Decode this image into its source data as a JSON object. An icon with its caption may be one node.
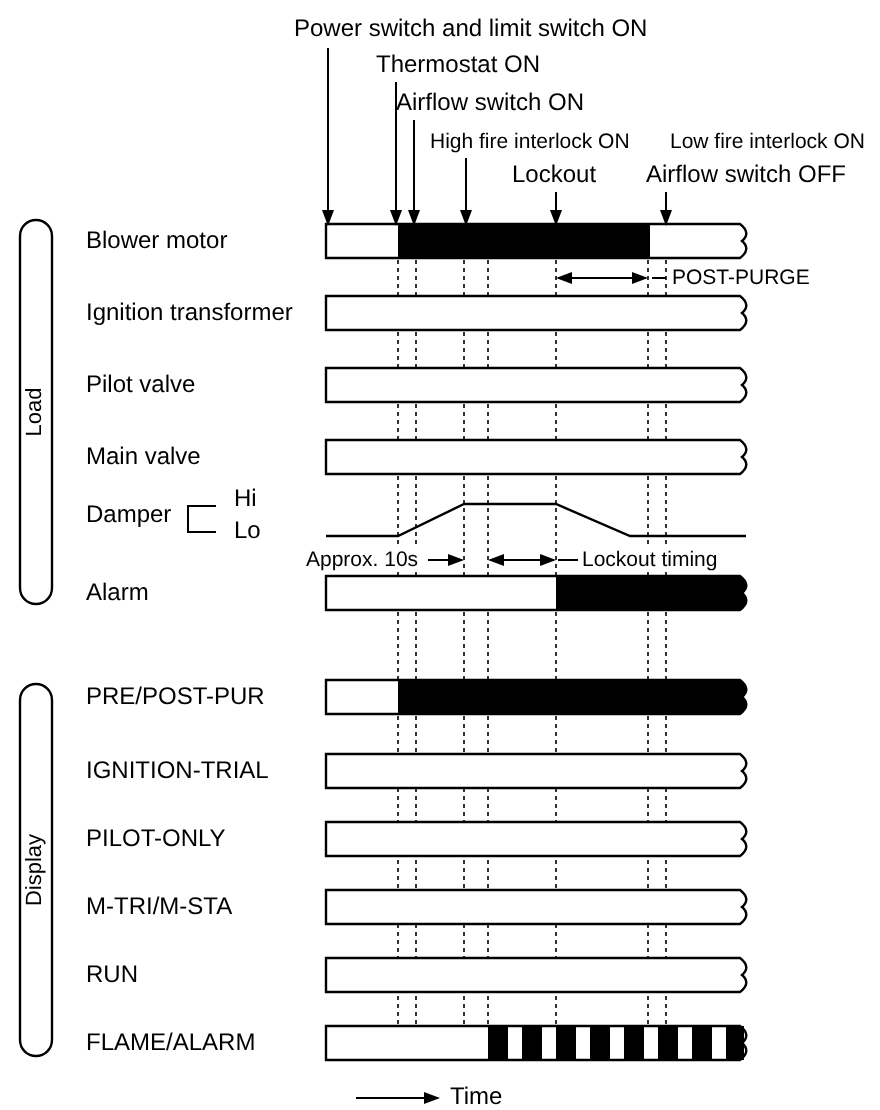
{
  "diagram": {
    "labels": [
      "Power switch and limit switch ON",
      "Thermostat ON",
      "Airflow switch ON",
      "High fire interlock ON",
      "Low fire interlock ON",
      "Lockout",
      "Airflow switch OFF",
      "Load",
      "Blower motor",
      "POST-PURGE",
      "Ignition transformer",
      "Pilot valve",
      "Main valve",
      "Damper",
      "Hi",
      "Lo",
      "Approx. 10s",
      "Lockout timing",
      "Alarm",
      "Display",
      "PRE/POST-PUR",
      "IGNITION-TRIAL",
      "PILOT-ONLY",
      "M-TRI/M-STA",
      "RUN",
      "FLAME/ALARM",
      "Time"
    ]
  }
}
